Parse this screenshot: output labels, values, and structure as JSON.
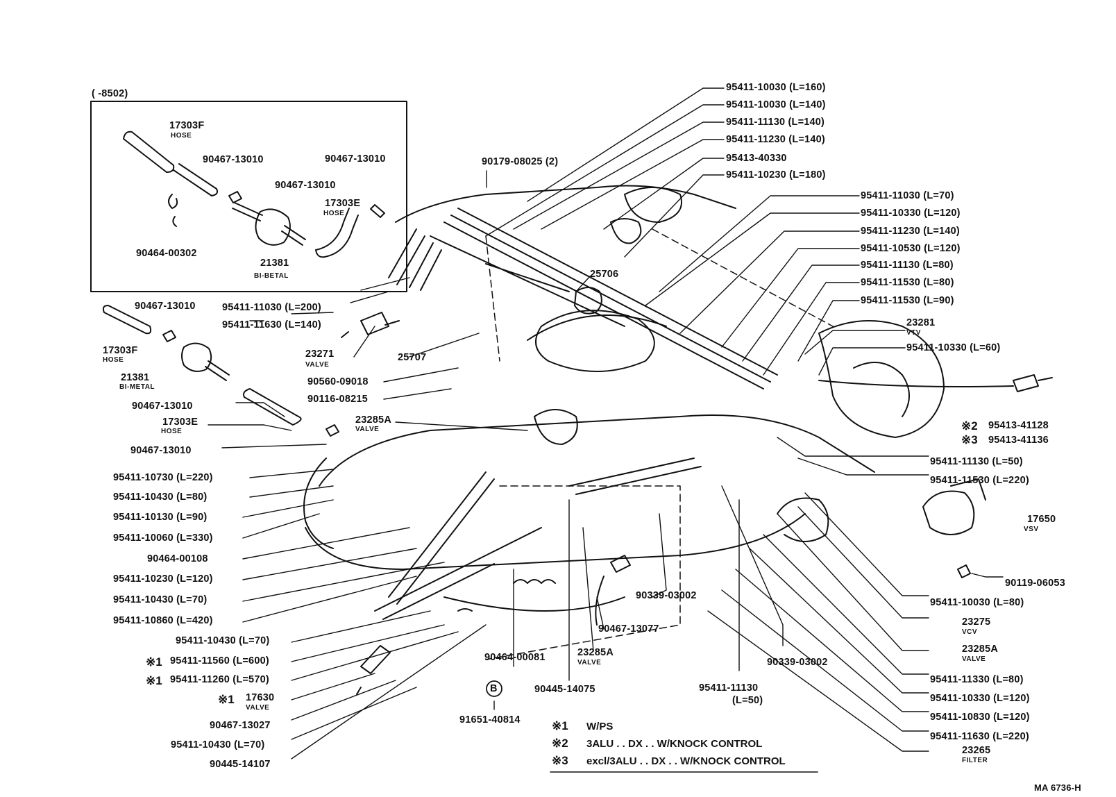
{
  "inset": {
    "range": "(     -8502)"
  },
  "labels": {
    "inset_hose_f": "17303F",
    "inset_hose_f_sub": "HOSE",
    "inset_clamp_a": "90467-13010",
    "inset_clamp_b": "90467-13010",
    "inset_clamp_c": "90467-13010",
    "inset_hose_e": "17303E",
    "inset_hose_e_sub": "HOSE",
    "inset_clip": "90464-00302",
    "inset_bimetal": "21381",
    "inset_bimetal_sub": "BI-BETAL",
    "l_95411_11030_200": "95411-11030 (L=200)",
    "l_95411_11630_140": "95411-11630 (L=140)",
    "l_90467_13010_a": "90467-13010",
    "l_17303F": "17303F",
    "l_17303F_sub": "HOSE",
    "l_21381": "21381",
    "l_21381_sub": "BI-METAL",
    "l_23271": "23271",
    "l_23271_sub": "VALVE",
    "l_25707": "25707",
    "l_90560": "90560-09018",
    "l_90116": "90116-08215",
    "l_90467_13010_b": "90467-13010",
    "l_23285A_left": "23285A",
    "l_23285A_left_sub": "VALVE",
    "l_17303E": "17303E",
    "l_17303E_sub": "HOSE",
    "l_90467_13010_c": "90467-13010",
    "l_95411_10730": "95411-10730 (L=220)",
    "l_95411_10430_80": "95411-10430 (L=80)",
    "l_95411_10130": "95411-10130 (L=90)",
    "l_95411_10060": "95411-10060 (L=330)",
    "l_90464_00108": "90464-00108",
    "l_95411_10230_120": "95411-10230 (L=120)",
    "l_95411_10430_70a": "95411-10430 (L=70)",
    "l_95411_10860": "95411-10860 (L=420)",
    "l_95411_10430_70b": "95411-10430 (L=70)",
    "l_m1a": "※1",
    "l_95411_11560": "95411-11560 (L=600)",
    "l_m1b": "※1",
    "l_95411_11260": "95411-11260 (L=570)",
    "l_m1c": "※1",
    "l_17630": "17630",
    "l_17630_sub": "VALVE",
    "l_90467_13027": "90467-13027",
    "l_95411_10430_70c": "95411-10430 (L=70)",
    "l_90445_14107": "90445-14107",
    "l_90179": "90179-08025 (2)",
    "l_25706": "25706",
    "t_95411_10030_160": "95411-10030 (L=160)",
    "t_95411_10030_140": "95411-10030 (L=140)",
    "t_95411_11130_140": "95411-11130 (L=140)",
    "t_95411_11230_140": "95411-11230 (L=140)",
    "t_95413_40330": "95413-40330",
    "t_95411_10230_180": "95411-10230 (L=180)",
    "r_95411_11030_70": "95411-11030 (L=70)",
    "r_95411_10330_120": "95411-10330 (L=120)",
    "r_95411_11230_140": "95411-11230 (L=140)",
    "r_95411_10530_120": "95411-10530 (L=120)",
    "r_95411_11130_80": "95411-11130 (L=80)",
    "r_95411_11530_80": "95411-11530 (L=80)",
    "r_95411_11530_90": "95411-11530 (L=90)",
    "r_23281": "23281",
    "r_23281_sub": "VTV",
    "r_95411_10330_60": "95411-10330 (L=60)",
    "r_m2": "※2",
    "r_95413_41128": "95413-41128",
    "r_m3": "※3",
    "r_95413_41136": "95413-41136",
    "r_95411_11130_50": "95411-11130 (L=50)",
    "r_95411_11530_220": "95411-11530 (L=220)",
    "r_17650": "17650",
    "r_17650_sub": "VSV",
    "r_90119": "90119-06053",
    "r_95411_10030_80": "95411-10030 (L=80)",
    "r_23275": "23275",
    "r_23275_sub": "VCV",
    "r_23285A": "23285A",
    "r_23285A_sub": "VALVE",
    "r_95411_11330_80": "95411-11330 (L=80)",
    "r_95411_10330_120b": "95411-10330 (L=120)",
    "r_95411_10830_120": "95411-10830 (L=120)",
    "r_95411_11630_220": "95411-11630 (L=220)",
    "r_23265": "23265",
    "r_23265_sub": "FILTER",
    "b_90339_a": "90339-03002",
    "b_90467_13077": "90467-13077",
    "b_23285A": "23285A",
    "b_23285A_sub": "VALVE",
    "b_90464_00081": "90464-00081",
    "b_90445_14075": "90445-14075",
    "b_90339_b": "90339-03002",
    "b_95411_11130": "95411-11130",
    "b_95411_11130_sub": "(L=50)",
    "b_circle_B": "B",
    "b_91651": "91651-40814",
    "figure_code": "MA 6736-H"
  },
  "notes": [
    {
      "mark": "※1",
      "text": "W/PS"
    },
    {
      "mark": "※2",
      "text": "3ALU . . DX . . W/KNOCK CONTROL"
    },
    {
      "mark": "※3",
      "text": "excl/3ALU . . DX . . W/KNOCK CONTROL"
    }
  ]
}
